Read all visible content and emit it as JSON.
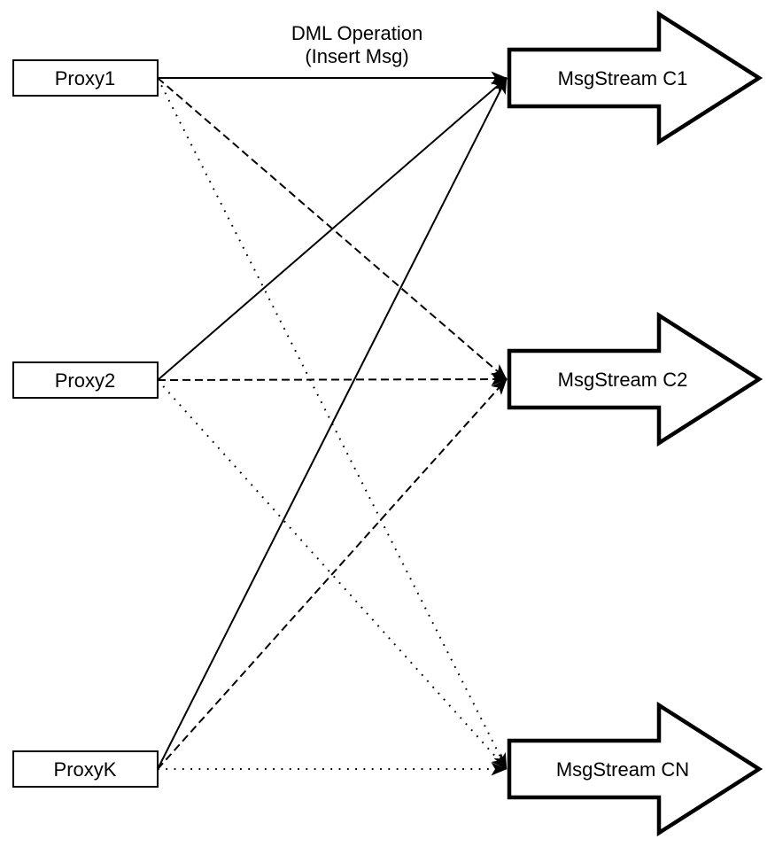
{
  "diagram": {
    "background_color": "#ffffff",
    "stroke_color": "#000000",
    "annotation": {
      "line1": "DML Operation",
      "line2": "(Insert Msg)"
    },
    "proxies": [
      {
        "label": "Proxy1"
      },
      {
        "label": "Proxy2"
      },
      {
        "label": "ProxyK"
      }
    ],
    "streams": [
      {
        "label": "MsgStream C1"
      },
      {
        "label": "MsgStream C2"
      },
      {
        "label": "MsgStream CN"
      }
    ],
    "connections": [
      {
        "from": "Proxy1",
        "to": "MsgStream C1",
        "style": "solid"
      },
      {
        "from": "Proxy2",
        "to": "MsgStream C1",
        "style": "solid"
      },
      {
        "from": "ProxyK",
        "to": "MsgStream C1",
        "style": "solid"
      },
      {
        "from": "Proxy1",
        "to": "MsgStream C2",
        "style": "dashed"
      },
      {
        "from": "Proxy2",
        "to": "MsgStream C2",
        "style": "dashed"
      },
      {
        "from": "ProxyK",
        "to": "MsgStream C2",
        "style": "dashed"
      },
      {
        "from": "Proxy1",
        "to": "MsgStream CN",
        "style": "dotted"
      },
      {
        "from": "Proxy2",
        "to": "MsgStream CN",
        "style": "dotted"
      },
      {
        "from": "ProxyK",
        "to": "MsgStream CN",
        "style": "dotted"
      }
    ]
  }
}
